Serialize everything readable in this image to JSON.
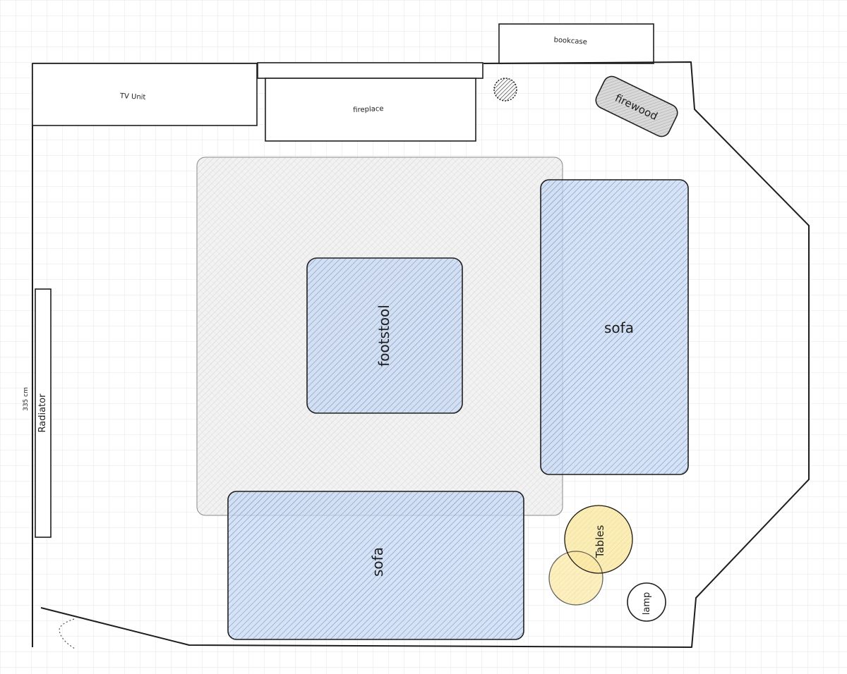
{
  "plan": {
    "labels": {
      "tv_unit": "TV Unit",
      "fireplace": "fireplace",
      "bookcase": "bookcase",
      "firewood": "firewood",
      "footstool": "footstool",
      "sofa_right": "sofa",
      "sofa_bottom": "sofa",
      "tables": "Tables",
      "lamp": "lamp",
      "radiator": "Radiator",
      "dimension": "335 cm"
    },
    "colors": {
      "wall": "#1e1e1e",
      "grid": "#e4e4e4",
      "rug_hatch": "#b9b9b9",
      "sofa_fill": "#c9daf2",
      "sofa_hatch": "#1f5fae",
      "table_fill": "#fbe9a6",
      "table_stroke": "#c9a227",
      "firewood_fill": "#d6d6d6"
    }
  }
}
